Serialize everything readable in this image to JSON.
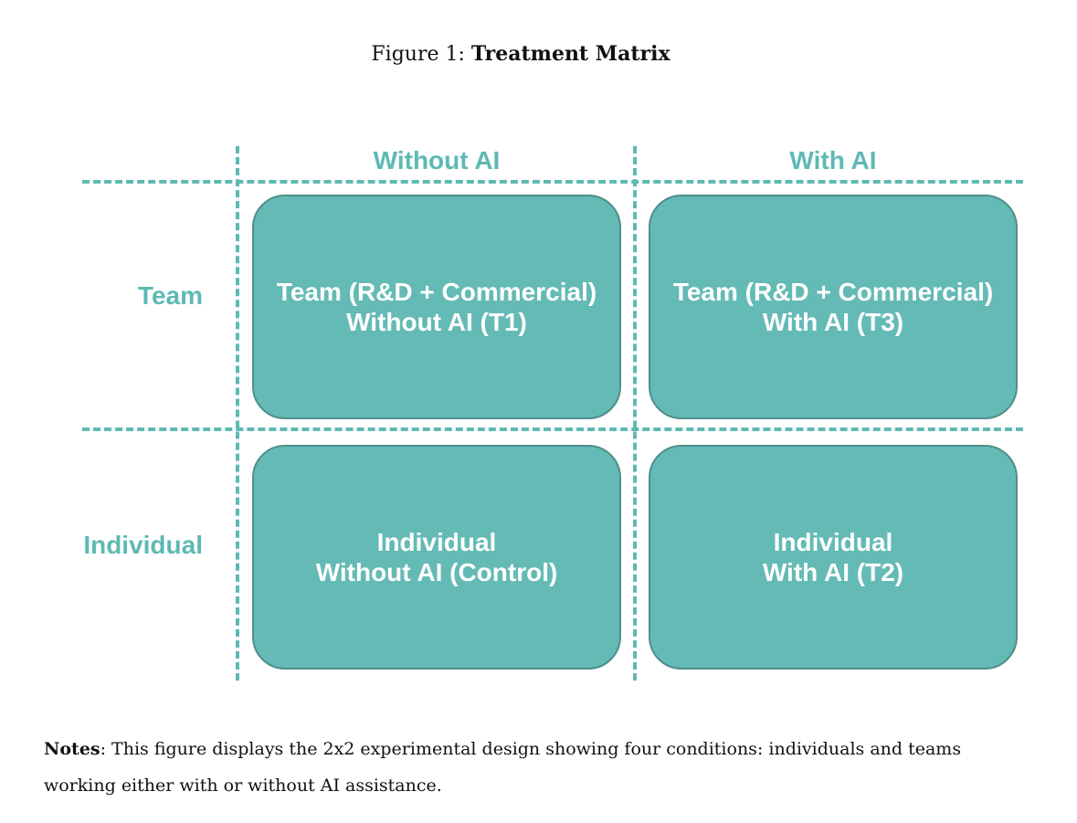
{
  "caption": {
    "prefix": "Figure 1:",
    "title": "Treatment Matrix"
  },
  "columns": [
    "Without AI",
    "With AI"
  ],
  "rows": [
    "Team",
    "Individual"
  ],
  "cells": [
    {
      "line1": "Team (R&D + Commercial)",
      "line2": "Without AI (T1)"
    },
    {
      "line1": "Team (R&D + Commercial)",
      "line2": "With AI (T3)"
    },
    {
      "line1": "Individual",
      "line2": "Without AI (Control)"
    },
    {
      "line1": "Individual",
      "line2": "With AI (T2)"
    }
  ],
  "notes": {
    "label": "Notes",
    "text": ": This figure displays the 2x2 experimental design showing four conditions: individuals and teams working either with or without AI assistance."
  },
  "colors": {
    "accent": "#5eb9b4",
    "cell_fill": "#64bab5",
    "cell_border": "#4f8f8b"
  }
}
